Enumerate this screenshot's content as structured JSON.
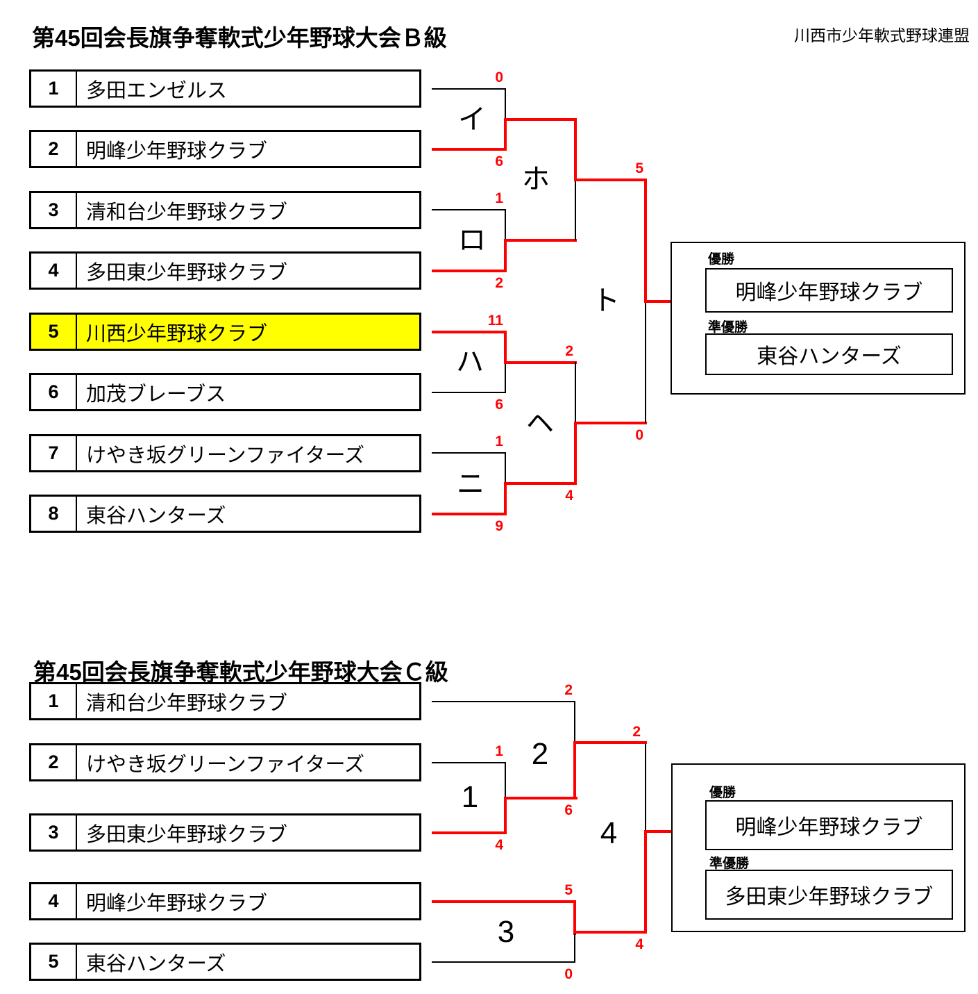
{
  "colors": {
    "winner_line": "#ff0000",
    "bracket_line": "#000000",
    "score_text": "#ff0000",
    "highlight_row": "#ffff00"
  },
  "b": {
    "title": "第45回会長旗争奪軟式少年野球大会Ｂ級",
    "org": "川西市少年軟式野球連盟",
    "teams": [
      {
        "seed": "1",
        "name": "多田エンゼルス"
      },
      {
        "seed": "2",
        "name": "明峰少年野球クラブ"
      },
      {
        "seed": "3",
        "name": "清和台少年野球クラブ"
      },
      {
        "seed": "4",
        "name": "多田東少年野球クラブ"
      },
      {
        "seed": "5",
        "name": "川西少年野球クラブ"
      },
      {
        "seed": "6",
        "name": "加茂ブレーブス"
      },
      {
        "seed": "7",
        "name": "けやき坂グリーンファイターズ"
      },
      {
        "seed": "8",
        "name": "東谷ハンターズ"
      }
    ],
    "highlighted_seed": "5",
    "games": {
      "i": "イ",
      "ro": "ロ",
      "ha": "ハ",
      "ni": "ニ",
      "ho": "ホ",
      "he": "ヘ",
      "to": "ト"
    },
    "scores": {
      "i_top": "0",
      "i_bottom": "6",
      "ro_top": "1",
      "ro_bottom": "2",
      "ha_top": "11",
      "ha_bottom": "6",
      "ni_top": "1",
      "ni_bottom": "9",
      "he_top": "2",
      "he_bottom": "4",
      "to_top": "5",
      "to_bottom": "0"
    },
    "results": {
      "champion_label": "優勝",
      "champion": "明峰少年野球クラブ",
      "runnerup_label": "準優勝",
      "runnerup": "東谷ハンターズ"
    }
  },
  "c": {
    "title": "第45回会長旗争奪軟式少年野球大会Ｃ級",
    "teams": [
      {
        "seed": "1",
        "name": "清和台少年野球クラブ"
      },
      {
        "seed": "2",
        "name": "けやき坂グリーンファイターズ"
      },
      {
        "seed": "3",
        "name": "多田東少年野球クラブ"
      },
      {
        "seed": "4",
        "name": "明峰少年野球クラブ"
      },
      {
        "seed": "5",
        "name": "東谷ハンターズ"
      }
    ],
    "games": {
      "g1": "1",
      "g2": "2",
      "g3": "3",
      "g4": "4"
    },
    "scores": {
      "t1_entry": "2",
      "g1_top": "1",
      "g1_bottom": "4",
      "g1_winner": "6",
      "g2_winner": "2",
      "g3_top": "5",
      "g3_bottom": "0",
      "g3_winner": "4"
    },
    "results": {
      "champion_label": "優勝",
      "champion": "明峰少年野球クラブ",
      "runnerup_label": "準優勝",
      "runnerup": "多田東少年野球クラブ"
    }
  }
}
